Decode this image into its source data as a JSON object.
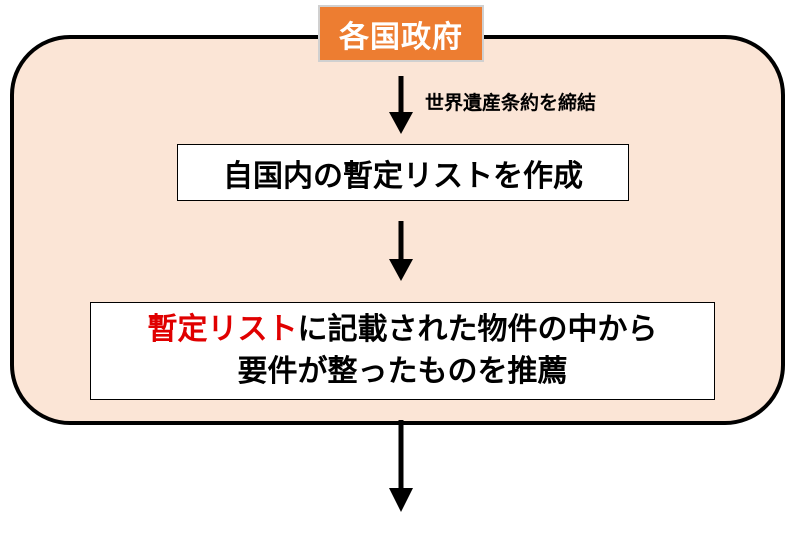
{
  "header": {
    "label": "各国政府"
  },
  "arrow_note": "世界遺産条約を締結",
  "steps": [
    {
      "text": "自国内の暫定リストを作成"
    },
    {
      "highlight": "暫定リスト",
      "line1_rest": "に記載された物件の中から",
      "line2": "要件が整ったものを推薦"
    }
  ],
  "colors": {
    "container_fill": "#fbe5d6",
    "label_fill": "#ed7d31",
    "highlight_text": "#e00000"
  }
}
